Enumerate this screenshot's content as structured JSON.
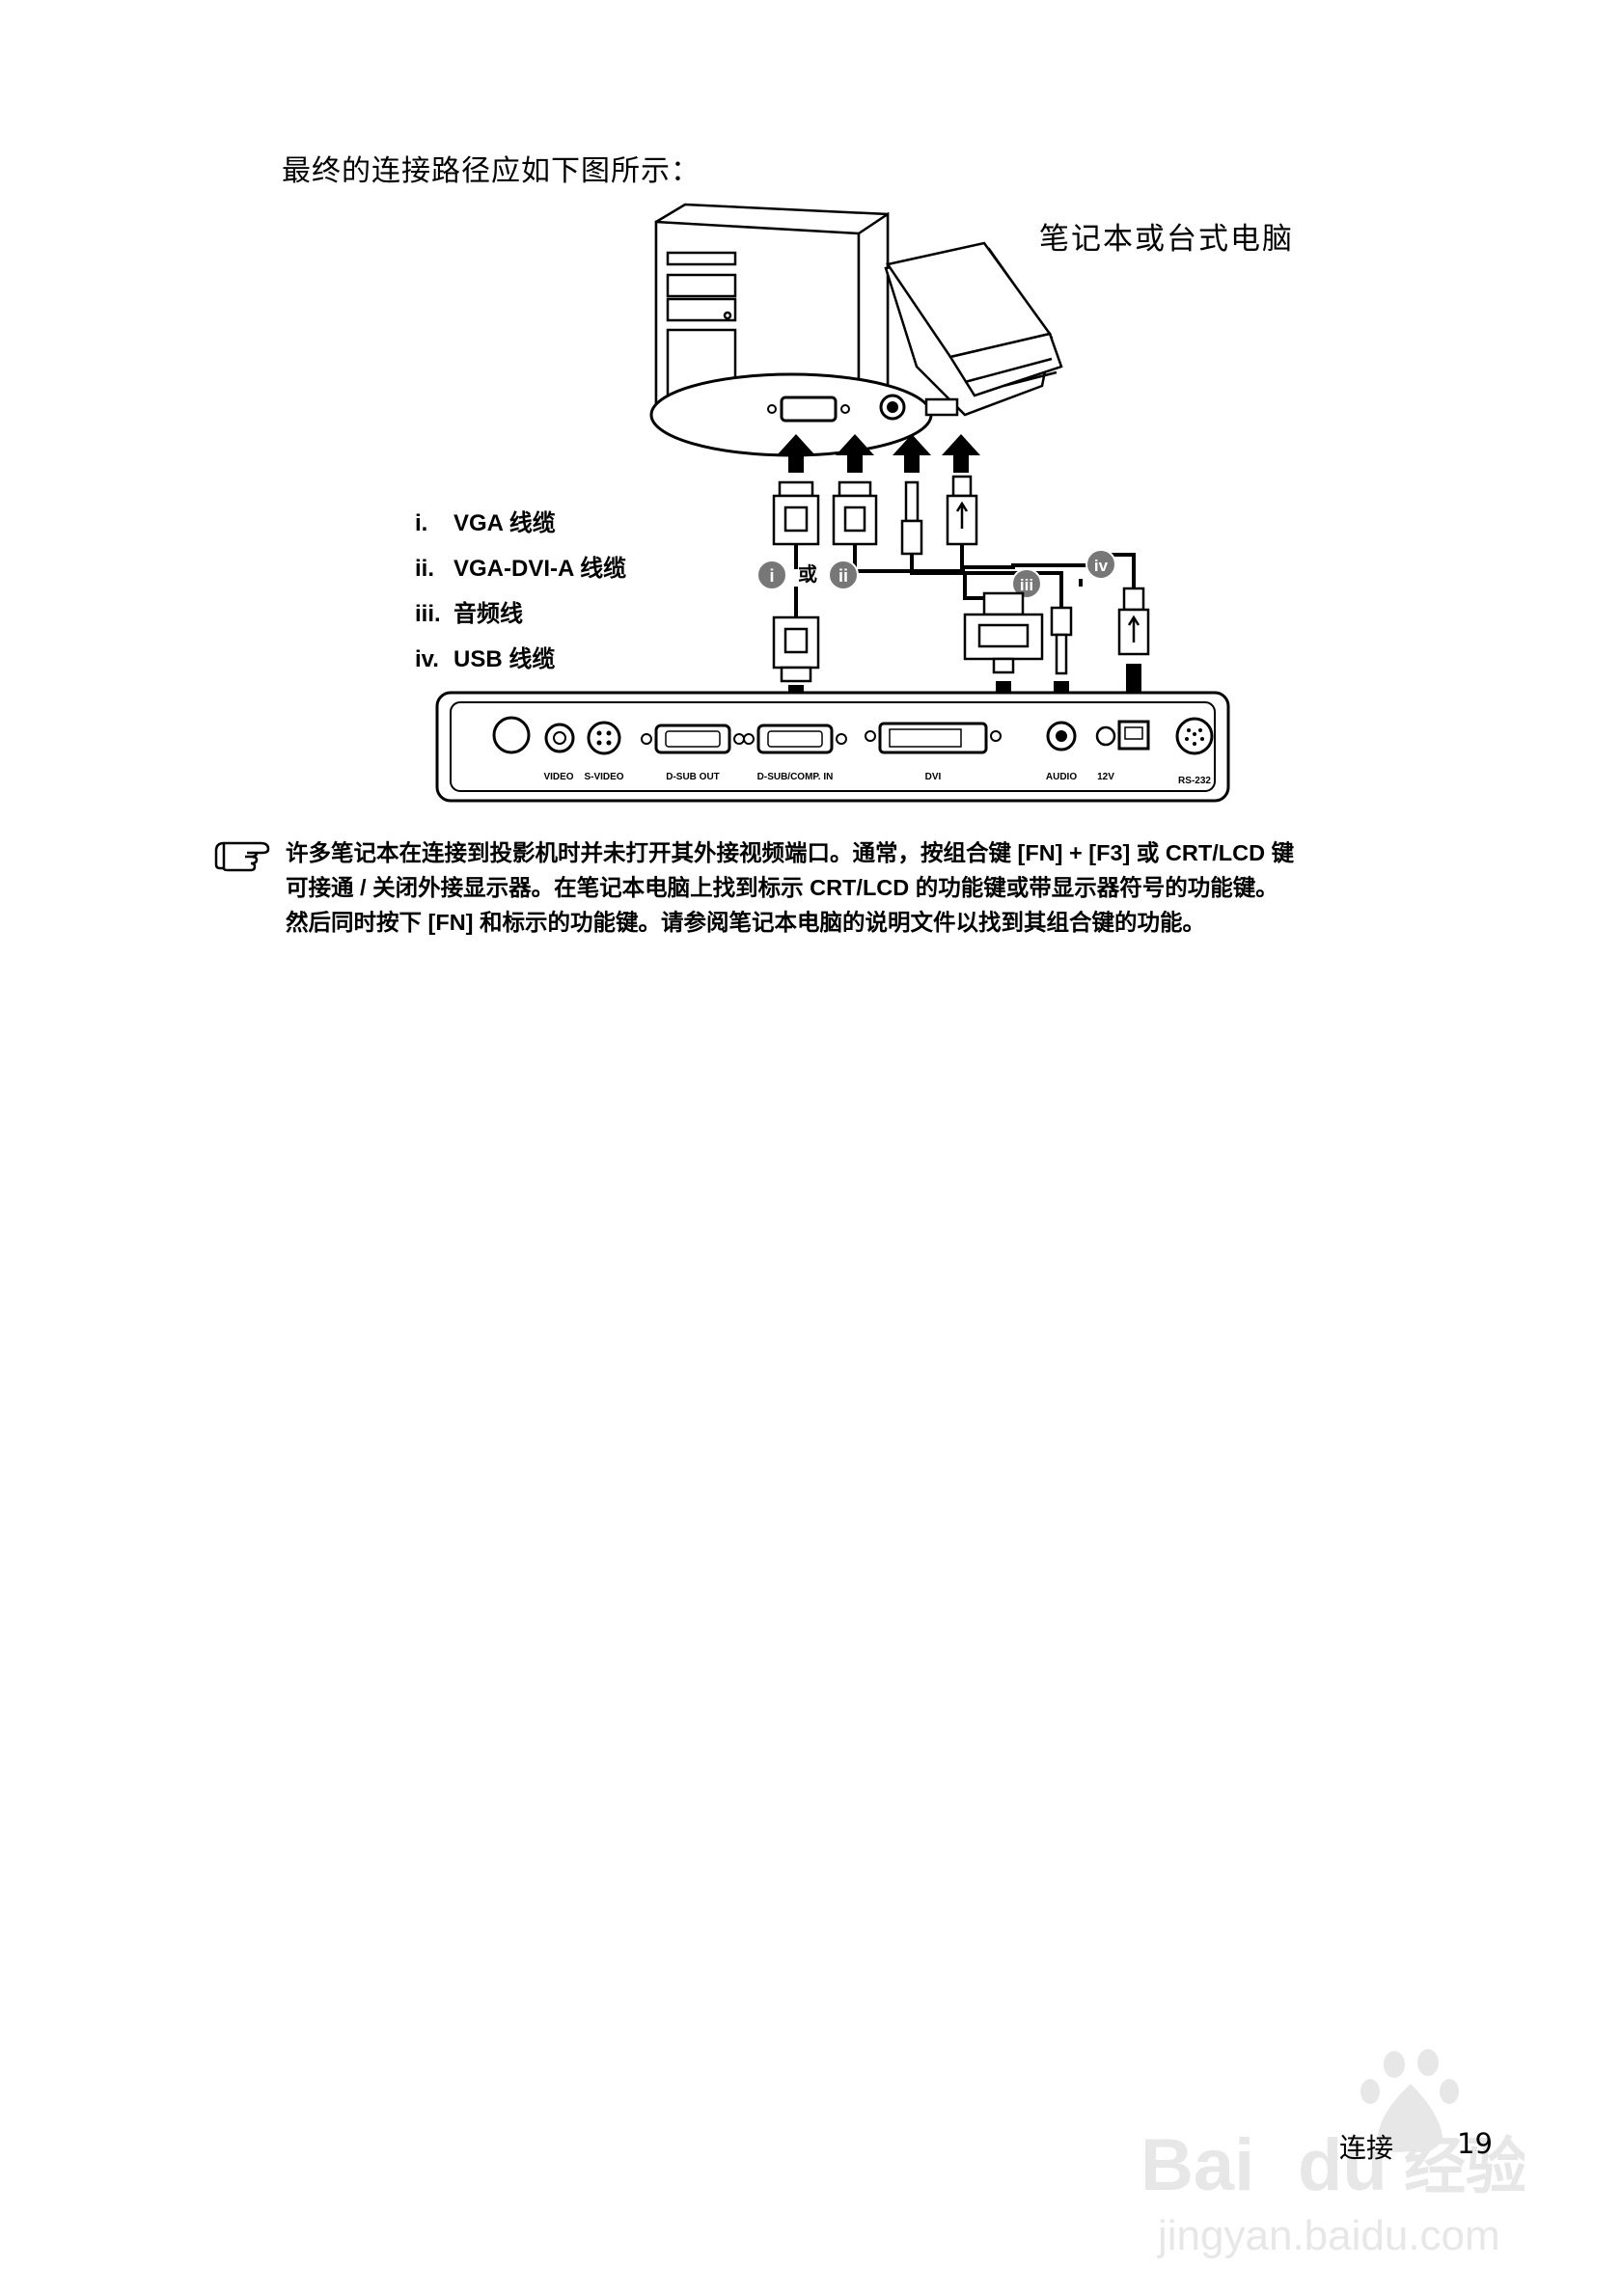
{
  "intro_text": "最终的连接路径应如下图所示：",
  "computer_label": "笔记本或台式电脑",
  "legend": [
    {
      "num": "i.",
      "text": "VGA 线缆"
    },
    {
      "num": "ii.",
      "text": "VGA-DVI-A 线缆"
    },
    {
      "num": "iii.",
      "text": "音频线"
    },
    {
      "num": "iv.",
      "text": "USB 线缆"
    }
  ],
  "badges": {
    "i": "i",
    "ii": "ii",
    "iii": "iii",
    "iv": "iv",
    "or": "或"
  },
  "ports": [
    "VIDEO",
    "S-VIDEO",
    "D-SUB OUT",
    "D-SUB/COMP. IN",
    "DVI",
    "AUDIO",
    "12V",
    "RS-232"
  ],
  "note": [
    "许多笔记本在连接到投影机时并未打开其外接视频端口。通常，按组合键 [FN] + [F3] 或 CRT/LCD 键",
    "可接通 / 关闭外接显示器。在笔记本电脑上找到标示 CRT/LCD 的功能键或带显示器符号的功能键。",
    "然后同时按下 [FN] 和标示的功能键。请参阅笔记本电脑的说明文件以找到其组合键的功能。"
  ],
  "footer": {
    "section": "连接",
    "page": "19"
  },
  "watermark": {
    "brand": "Bai",
    "brand2": "du",
    "cn": "经验",
    "url": "jingyan.baidu.com"
  }
}
